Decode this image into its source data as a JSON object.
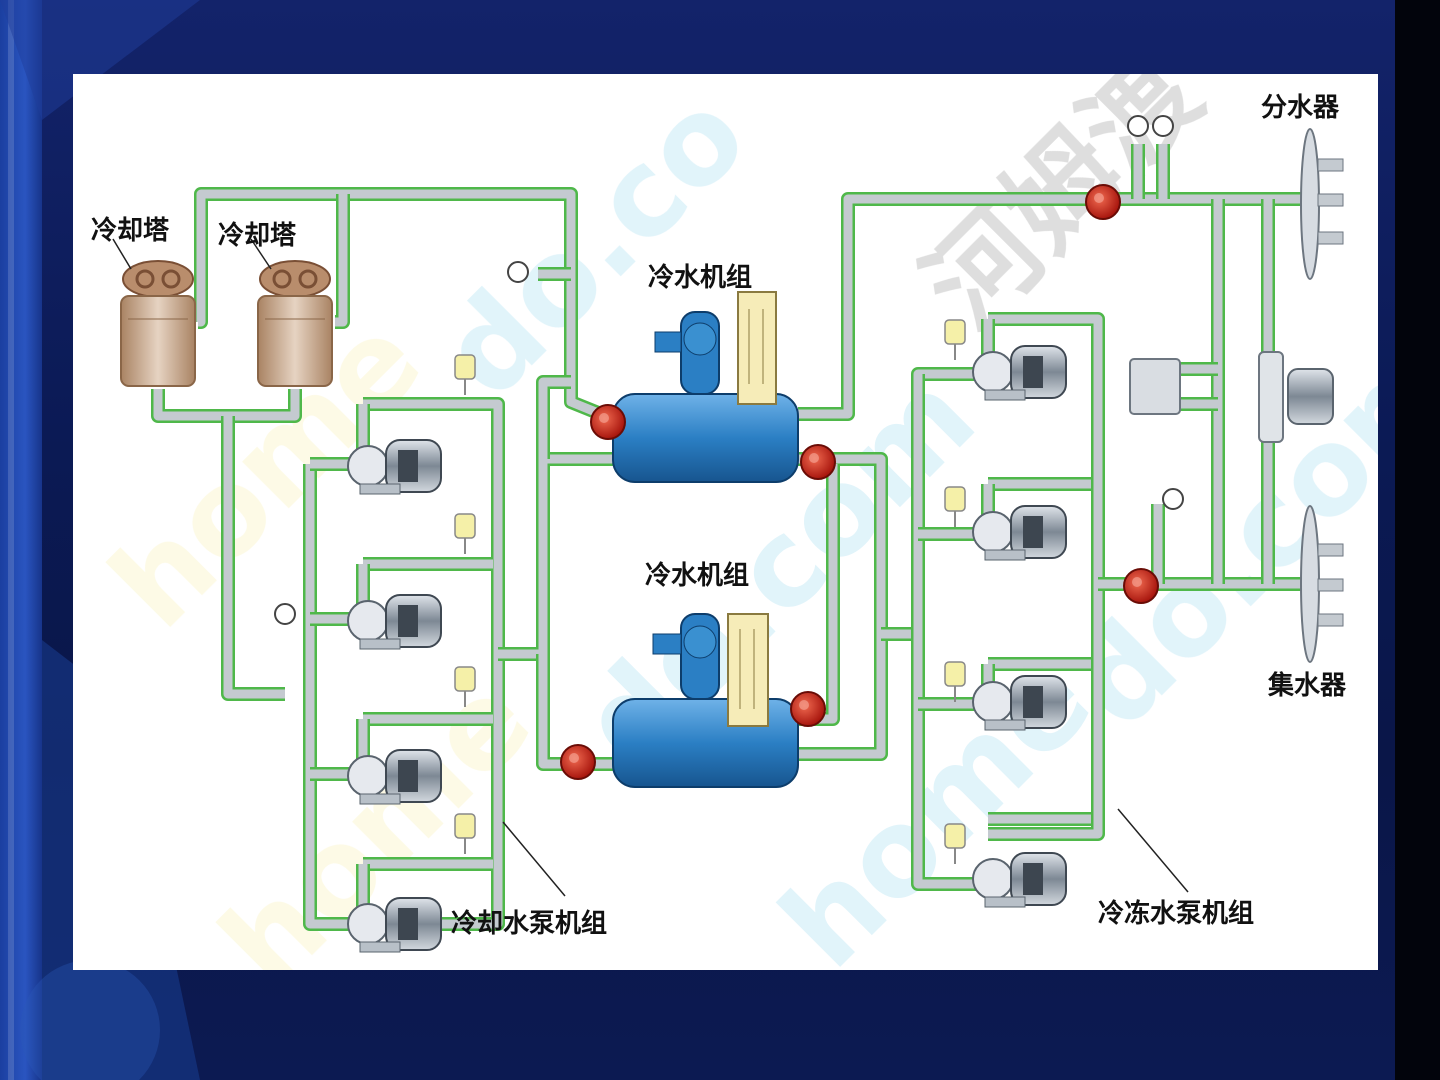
{
  "labels": {
    "cooling_tower_1": "冷却塔",
    "cooling_tower_2": "冷却塔",
    "chiller_unit_top": "冷水机组",
    "chiller_unit_bottom": "冷水机组",
    "distributor": "分水器",
    "collector": "集水器",
    "cooling_pump_group": "冷却水泵机组",
    "chilled_pump_group": "冷冻水泵机组"
  },
  "watermark_text": "homedo.com 河姆渡",
  "colors": {
    "background": "#0b1a55",
    "panel": "#ffffff",
    "pipe": "#c4cad0",
    "pipe_outline": "#4fb84a",
    "valve": "#c8231b",
    "chiller": "#2b7fc4",
    "motor": "#8b98a6",
    "tower": "#c9a689"
  },
  "icons": [
    "cooling-tower-icon",
    "chiller-icon",
    "pump-icon",
    "valve-icon",
    "gauge-icon",
    "distributor-icon",
    "collector-icon"
  ]
}
